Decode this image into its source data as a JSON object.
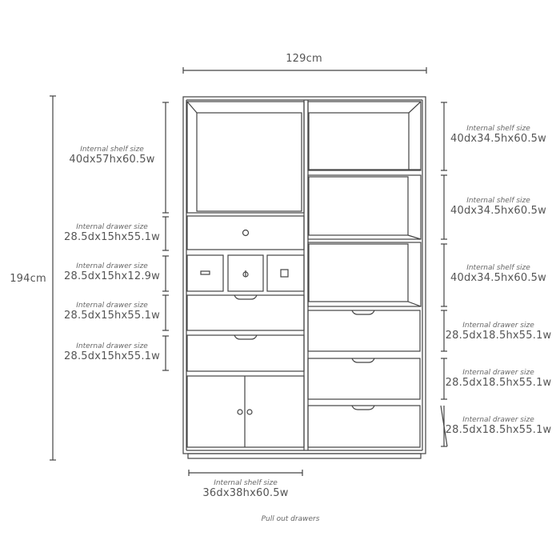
{
  "overall": {
    "width": "129cm",
    "height": "194cm"
  },
  "left_labels": [
    {
      "caption": "Internal shelf size",
      "value": "40dx57hx60.5w"
    },
    {
      "caption": "Internal drawer size",
      "value": "28.5dx15hx55.1w"
    },
    {
      "caption": "Internal drawer size",
      "value": "28.5dx15hx12.9w"
    },
    {
      "caption": "Internal drawer size",
      "value": "28.5dx15hx55.1w"
    },
    {
      "caption": "Internal drawer size",
      "value": "28.5dx15hx55.1w"
    }
  ],
  "right_labels": [
    {
      "caption": "Internal shelf size",
      "value": "40dx34.5hx60.5w"
    },
    {
      "caption": "Internal shelf size",
      "value": "40dx34.5hx60.5w"
    },
    {
      "caption": "Internal shelf size",
      "value": "40dx34.5hx60.5w"
    },
    {
      "caption": "Internal drawer size",
      "value": "28.5dx18.5hx55.1w"
    },
    {
      "caption": "Internal drawer size",
      "value": "28.5dx18.5hx55.1w"
    },
    {
      "caption": "Internal drawer size",
      "value": "28.5dx18.5hx55.1w"
    }
  ],
  "bottom_label": {
    "caption": "Internal shelf size",
    "value": "36dx38hx60.5w"
  },
  "footer_note": "Pull out drawers",
  "colors": {
    "line": "#444444",
    "text": "#555555"
  }
}
